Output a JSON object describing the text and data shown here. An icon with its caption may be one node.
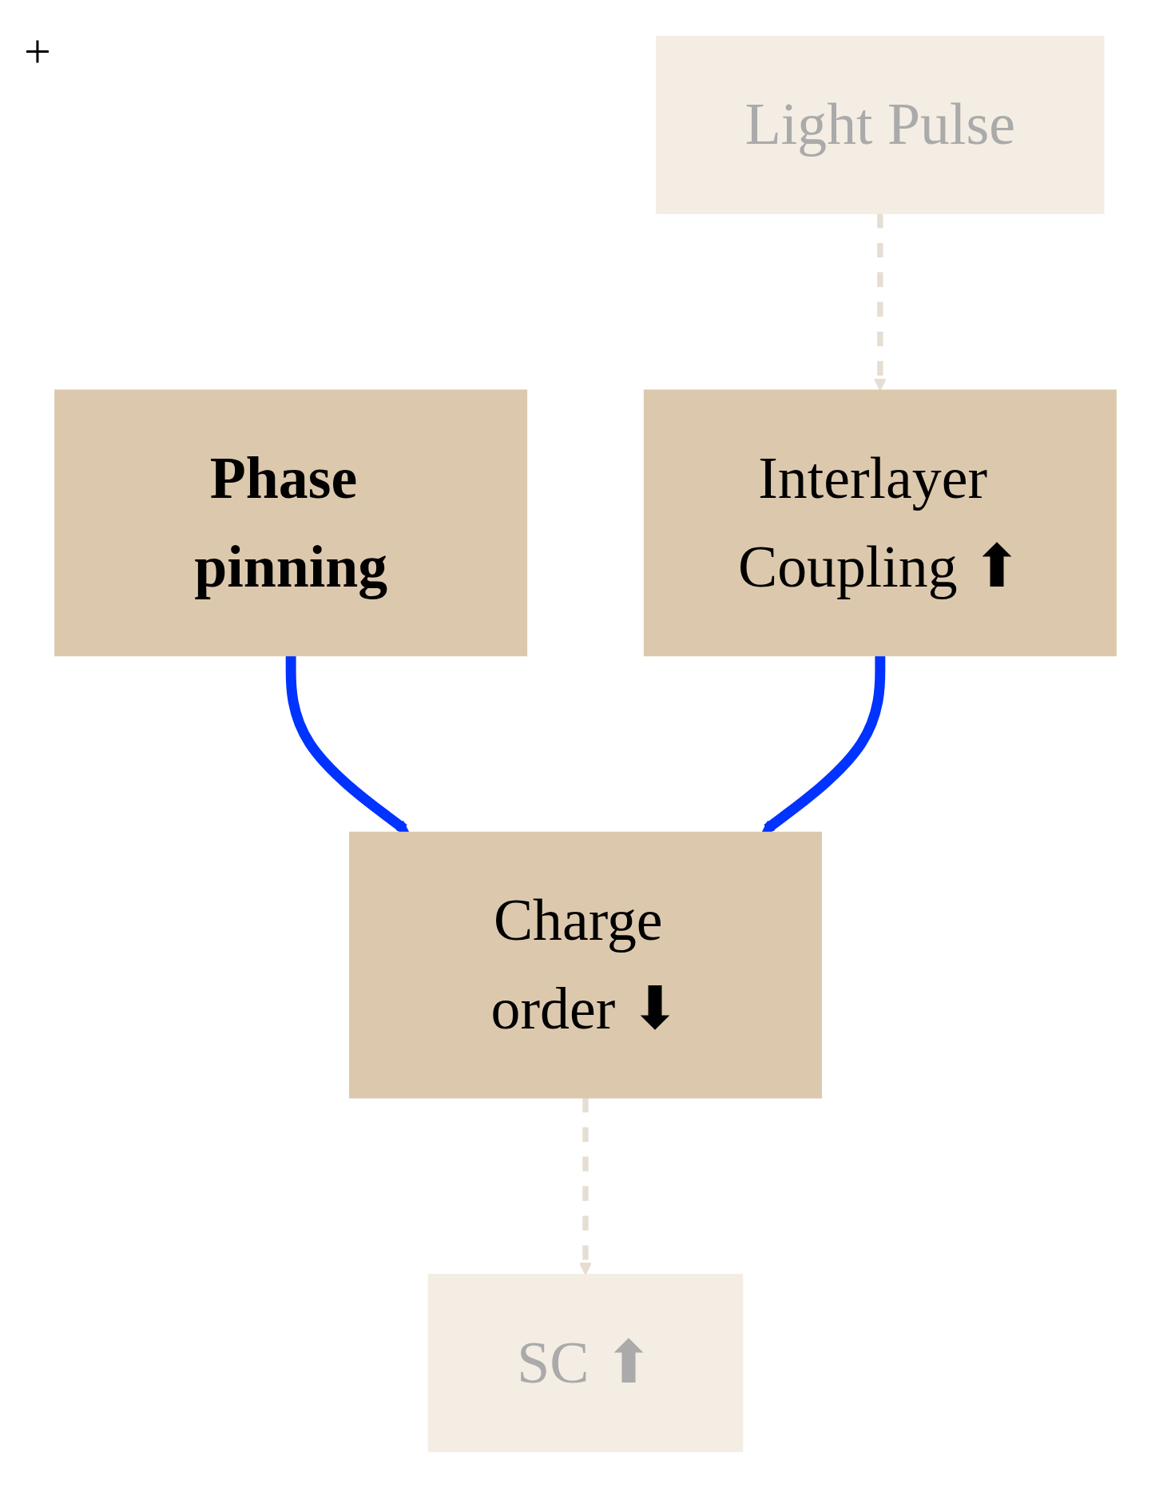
{
  "diagram": {
    "nodes": [
      {
        "text": [
          "Light Pulse"
        ]
      },
      {
        "text": [
          "Phase pinning"
        ]
      },
      {
        "text": [
          "Interlayer Coupling ⬆"
        ]
      },
      {
        "text": [
          "Charge order ⬇"
        ]
      },
      {
        "text": [
          "SC ⬆"
        ]
      }
    ],
    "edges": [
      {
        "from": 0,
        "to": 2,
        "arrow": "to",
        "style": "dashed",
        "color": "#e6ded3"
      },
      {
        "from": 1,
        "to": 3,
        "arrow": "to",
        "color": "#0033ff"
      },
      {
        "from": 2,
        "to": 3,
        "arrow": "to",
        "color": "#0033ff"
      },
      {
        "from": 3,
        "to": 4,
        "arrow": "to",
        "style": "dashed",
        "color": "#e6ded3"
      }
    ],
    "labels": [
      "+"
    ]
  }
}
